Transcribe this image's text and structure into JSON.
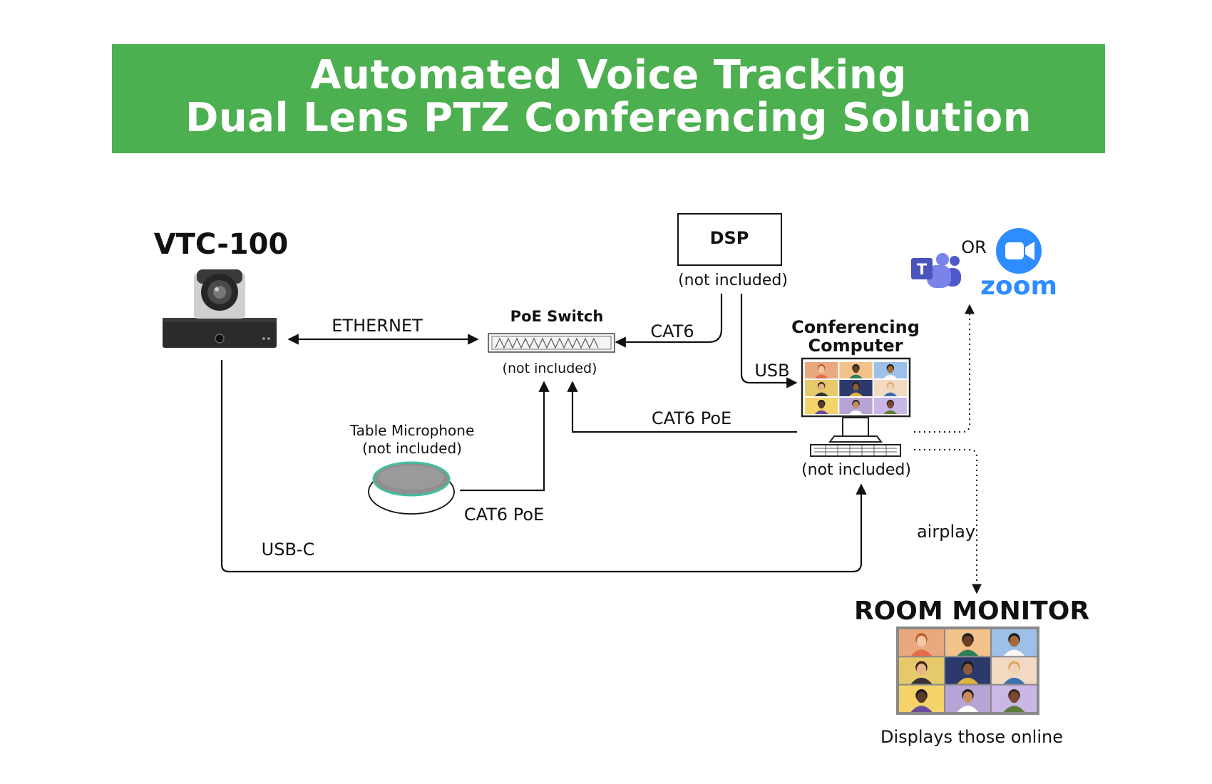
{
  "title": {
    "line1": "Automated Voice Tracking",
    "line2": "Dual Lens PTZ Conferencing Solution"
  },
  "colors": {
    "banner": "#4caf50",
    "teams": "#5b5fc7",
    "zoom": "#2d8cff",
    "mic_ring": "#3fbf9f"
  },
  "nodes": {
    "camera": {
      "label": "VTC-100",
      "icon": "ptz-camera-icon"
    },
    "dsp": {
      "label": "DSP",
      "note": "(not included)"
    },
    "poe_switch": {
      "label": "PoE Switch",
      "note": "(not included)",
      "icon": "network-switch-icon"
    },
    "microphone": {
      "label": "Table Microphone",
      "note": "(not included)",
      "icon": "table-microphone-icon"
    },
    "computer": {
      "label_line1": "Conferencing",
      "label_line2": "Computer",
      "note": "(not included)",
      "icon": "desktop-computer-icon"
    },
    "platforms": {
      "or": "OR",
      "zoom": "zoom",
      "icons": [
        "teams-icon",
        "zoom-icon"
      ]
    },
    "room_monitor": {
      "label": "ROOM MONITOR",
      "caption": "Displays those online",
      "icon": "video-grid-monitor-icon"
    }
  },
  "connections": {
    "ethernet": "ETHERNET",
    "cat6": "CAT6",
    "usb": "USB",
    "cat6_poe_computer": "CAT6 PoE",
    "cat6_poe_mic": "CAT6 PoE",
    "usb_c": "USB-C",
    "airplay": "airplay"
  }
}
